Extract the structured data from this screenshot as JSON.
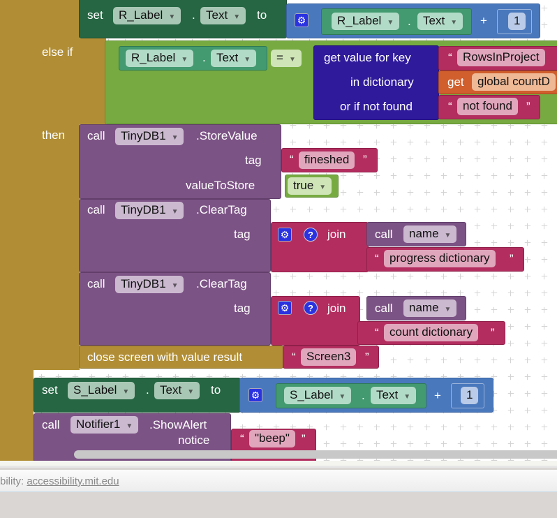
{
  "blocks": {
    "set_r": {
      "set": "set",
      "comp": "R_Label",
      "dot": ".",
      "prop": "Text",
      "to": "to"
    },
    "r_add": {
      "comp": "R_Label",
      "dot": ".",
      "prop": "Text",
      "plus": "+",
      "num": "1"
    },
    "elseif": "else if",
    "then": "then",
    "compare": {
      "comp": "R_Label",
      "dot": ".",
      "prop": "Text",
      "op": "="
    },
    "dict": {
      "get_value": "get value for key",
      "in_dict": "in dictionary",
      "not_found_label": "or if not found",
      "key": "RowsInProject",
      "get": "get",
      "var": "global countD",
      "not_found": "not found"
    },
    "store": {
      "call": "call",
      "comp": "TinyDB1",
      "method": ".StoreValue",
      "tag": "tag",
      "tag_val": "fineshed",
      "vts": "valueToStore",
      "val": "true"
    },
    "clear1": {
      "call": "call",
      "comp": "TinyDB1",
      "method": ".ClearTag",
      "tag": "tag",
      "join": "join",
      "call2": "call",
      "name": "name",
      "text": "progress dictionary"
    },
    "clear2": {
      "call": "call",
      "comp": "TinyDB1",
      "method": ".ClearTag",
      "tag": "tag",
      "join": "join",
      "call2": "call",
      "name": "name",
      "text": "count dictionary"
    },
    "close": {
      "label": "close screen with value  result",
      "val": "Screen3"
    },
    "set_s": {
      "set": "set",
      "comp": "S_Label",
      "dot": ".",
      "prop": "Text",
      "to": "to"
    },
    "s_add": {
      "comp": "S_Label",
      "dot": ".",
      "prop": "Text",
      "plus": "+",
      "num": "1"
    },
    "notifier": {
      "call": "call",
      "comp": "Notifier1",
      "method": ".ShowAlert",
      "notice": "notice",
      "val": "\"beep\""
    }
  },
  "quote_open": "“",
  "quote_close": "”",
  "footer": {
    "prefix": "bility: ",
    "link": "accessibility.mit.edu"
  }
}
